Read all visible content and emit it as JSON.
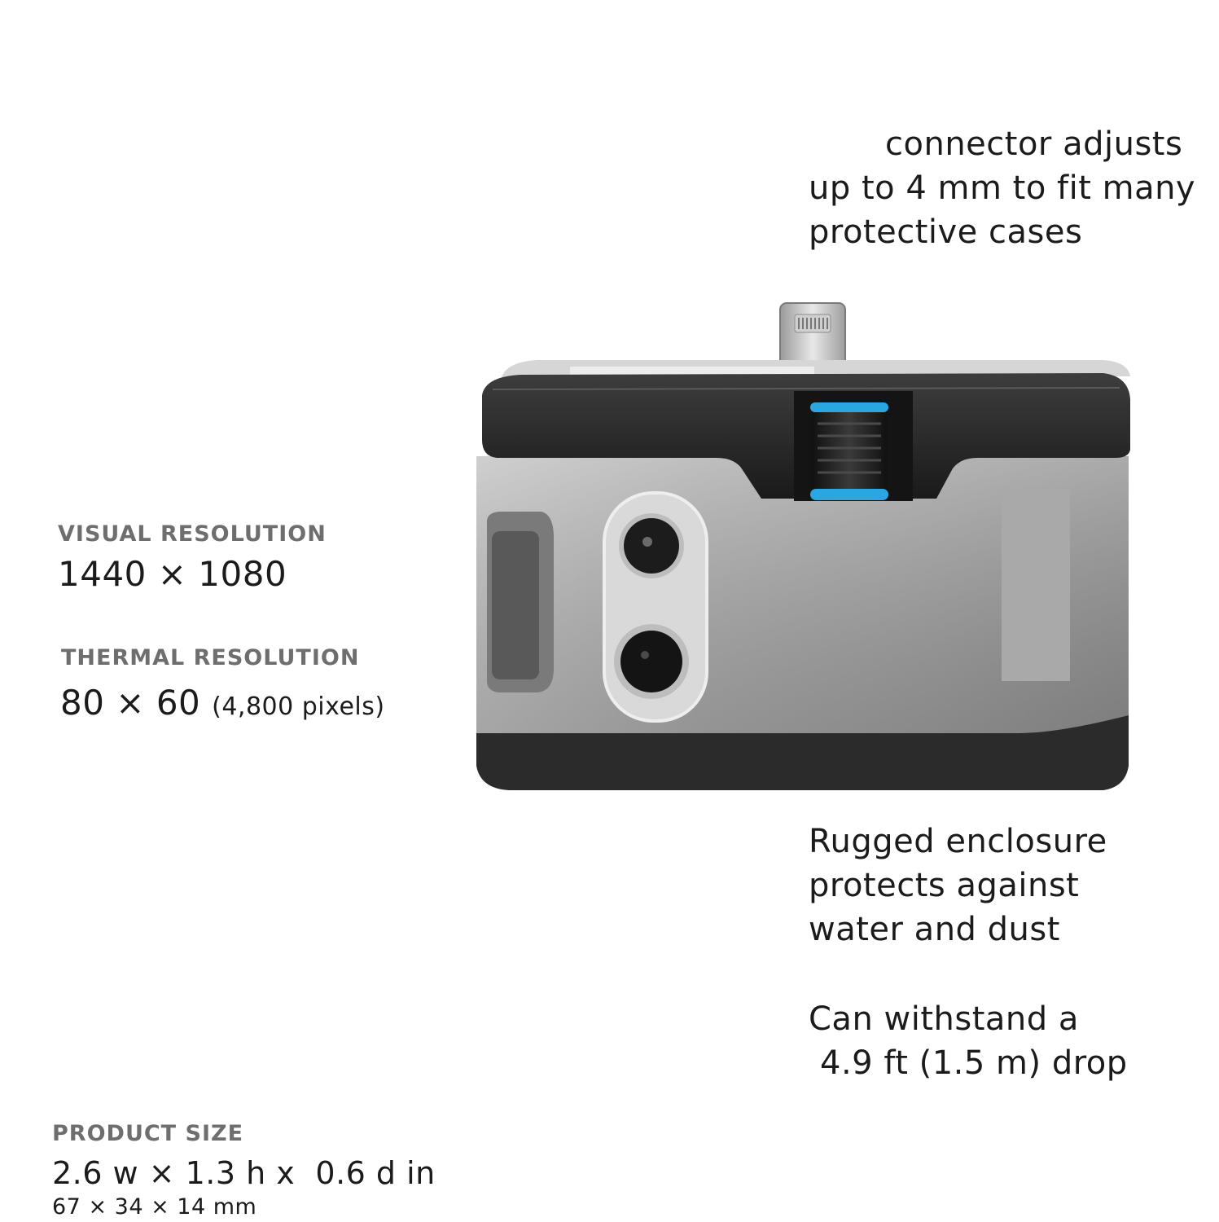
{
  "callouts": {
    "connector": {
      "line1": "connector adjusts",
      "line2": "up to 4 mm to fit many",
      "line3": "protective cases"
    },
    "visual": {
      "label": "VISUAL RESOLUTION",
      "value": "1440 × 1080"
    },
    "thermal": {
      "label": "THERMAL RESOLUTION",
      "value": "80 × 60",
      "detail": "(4,800 pixels)"
    },
    "rugged": {
      "line1": "Rugged enclosure",
      "line2": "protects against",
      "line3": "water and dust"
    },
    "drop": {
      "line1": "Can withstand a",
      "line2": "4.9 ft (1.5 m) drop"
    },
    "size": {
      "label": "PRODUCT SIZE",
      "imperial": "2.6 w × 1.3 h x  0.6 d in",
      "metric": "67 × 34 × 14 mm"
    }
  },
  "colors": {
    "leader_top": "#8a3a6e",
    "leader_bottom": "#e0904a",
    "accent_ring": "#2aa7e0"
  },
  "icons": {
    "device": "thermal-camera-attachment-illustration",
    "connector": "lightning-connector-icon"
  }
}
